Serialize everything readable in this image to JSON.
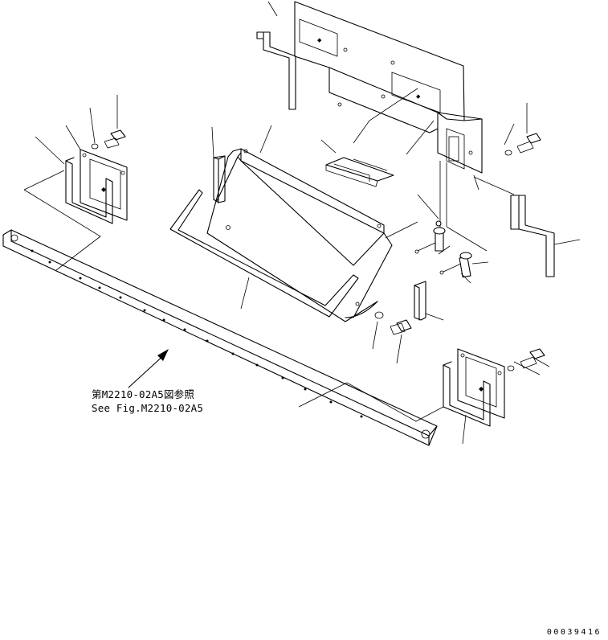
{
  "reference": {
    "jp": "第M2210-02A5図参照",
    "en": "See Fig.M2210-02A5"
  },
  "drawing_number": "00039416"
}
